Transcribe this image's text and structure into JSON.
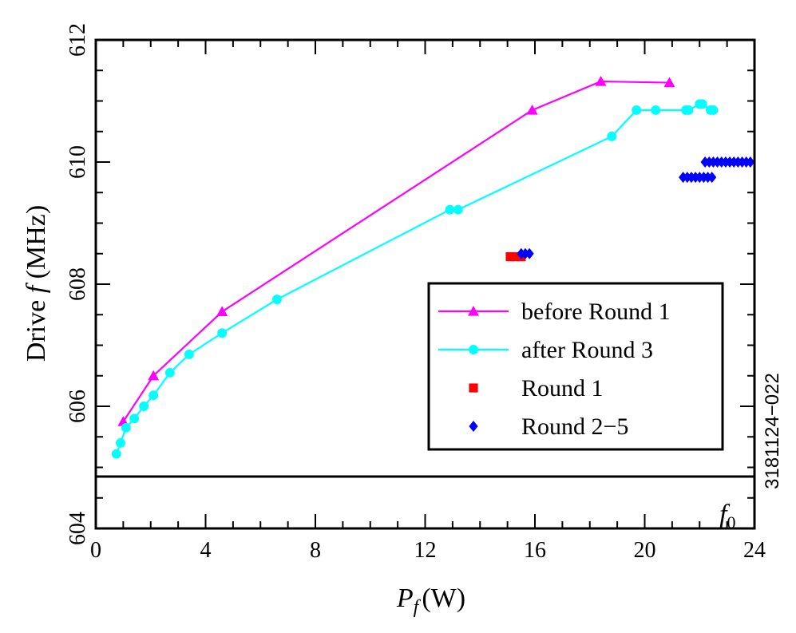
{
  "chart_data": {
    "type": "line",
    "xlabel_main": "P",
    "xlabel_sub": "f",
    "xlabel_unit": "(W)",
    "ylabel_prefix": "Drive ",
    "ylabel_var": "f",
    "ylabel_unit": " (MHz)",
    "xlim": [
      0,
      24
    ],
    "ylim": [
      604,
      612
    ],
    "xticks": [
      0,
      4,
      8,
      12,
      16,
      20,
      24
    ],
    "yticks": [
      604,
      606,
      608,
      610,
      612
    ],
    "xminor_step": 1,
    "yminor_step": 0.5,
    "reference_line": {
      "y": 604.85,
      "label": "f",
      "label_sub": "0"
    },
    "side_note": "3181124−022",
    "legend_position": "center-right",
    "series": [
      {
        "name": "before Round 1",
        "color": "#ff00ff",
        "marker": "triangle",
        "connected": true,
        "x": [
          1.0,
          2.1,
          4.6,
          15.9,
          18.4,
          20.9
        ],
        "y": [
          605.75,
          606.5,
          607.55,
          610.85,
          611.32,
          611.3
        ]
      },
      {
        "name": "after Round 3",
        "color": "#00ffff",
        "marker": "circle",
        "connected": true,
        "x": [
          0.75,
          0.9,
          1.1,
          1.4,
          1.75,
          2.1,
          2.7,
          3.4,
          4.6,
          6.6,
          12.9,
          13.2,
          18.8,
          19.7,
          20.4,
          21.5,
          21.6,
          22.0,
          22.1,
          22.4,
          22.5
        ],
        "y": [
          605.22,
          605.4,
          605.65,
          605.8,
          606.0,
          606.18,
          606.55,
          606.85,
          607.2,
          607.75,
          609.22,
          609.22,
          610.42,
          610.85,
          610.85,
          610.85,
          610.85,
          610.95,
          610.95,
          610.85,
          610.85
        ]
      },
      {
        "name": "Round 1",
        "color": "#ff0000",
        "marker": "square",
        "connected": false,
        "x": [
          15.1,
          15.3,
          15.5
        ],
        "y": [
          608.45,
          608.45,
          608.45
        ]
      },
      {
        "name": "Round 2−5",
        "color": "#0000ff",
        "marker": "diamond",
        "connected": false,
        "x": [
          15.5,
          15.65,
          15.8,
          21.4,
          21.55,
          21.7,
          21.85,
          22.0,
          22.15,
          22.3,
          22.45,
          22.2,
          22.35,
          22.5,
          22.65,
          22.8,
          22.95,
          23.1,
          23.25,
          23.4,
          23.55,
          23.7,
          23.85
        ],
        "y": [
          608.5,
          608.5,
          608.5,
          609.75,
          609.75,
          609.75,
          609.75,
          609.75,
          609.75,
          609.75,
          609.75,
          610.0,
          610.0,
          610.0,
          610.0,
          610.0,
          610.0,
          610.0,
          610.0,
          610.0,
          610.0,
          610.0,
          610.0
        ]
      }
    ]
  }
}
